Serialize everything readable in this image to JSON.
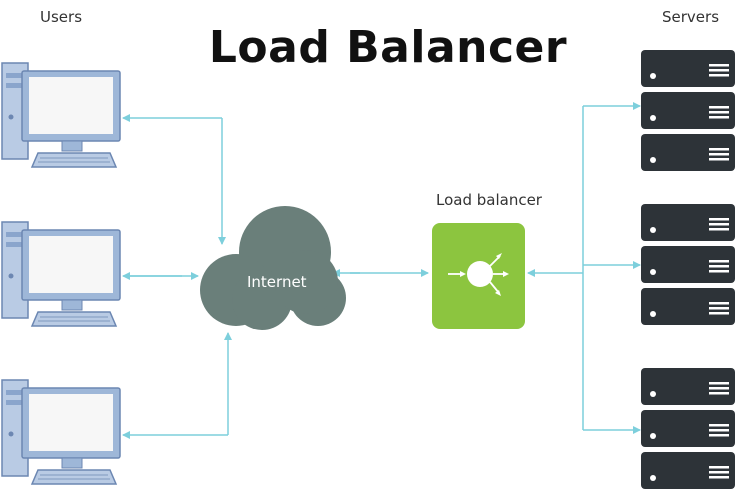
{
  "title": "Load Balancer",
  "labels": {
    "users": "Users",
    "servers": "Servers",
    "load_balancer": "Load balancer",
    "internet": "Internet"
  },
  "colors": {
    "connector": "#7dcfdc",
    "cloud": "#6a7f7a",
    "load_balancer_fill": "#8cc53f",
    "server_fill": "#2d3338",
    "monitor_frame": "#9eb7d8",
    "monitor_outline": "#6c87b2",
    "monitor_screen": "#f7f7f7"
  },
  "icons": {
    "user": "desktop-computer-icon",
    "server": "server-rack-unit-icon",
    "load_balancer": "load-balancer-icon",
    "network": "cloud-icon"
  }
}
